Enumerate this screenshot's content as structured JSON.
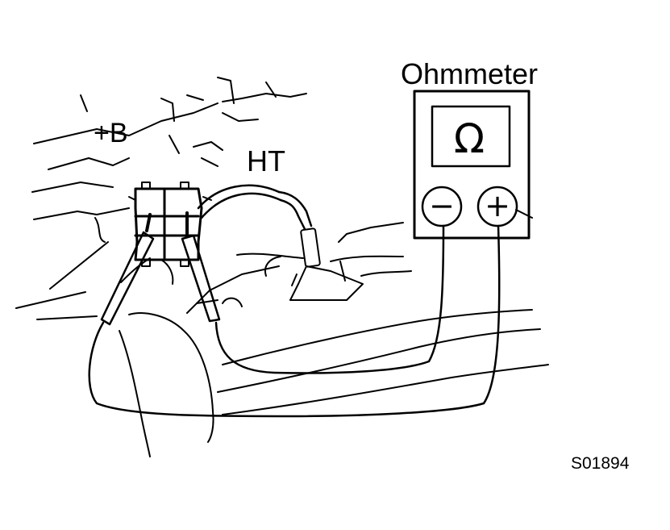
{
  "labels": {
    "meter": "Ohmmeter",
    "positive_terminal": "+B",
    "ht_terminal": "HT",
    "figure_code": "S01894"
  },
  "meter": {
    "display_symbol": "Ω",
    "negative_jack": "−",
    "positive_jack": "+"
  },
  "colors": {
    "line": "#000000",
    "background": "#ffffff"
  }
}
